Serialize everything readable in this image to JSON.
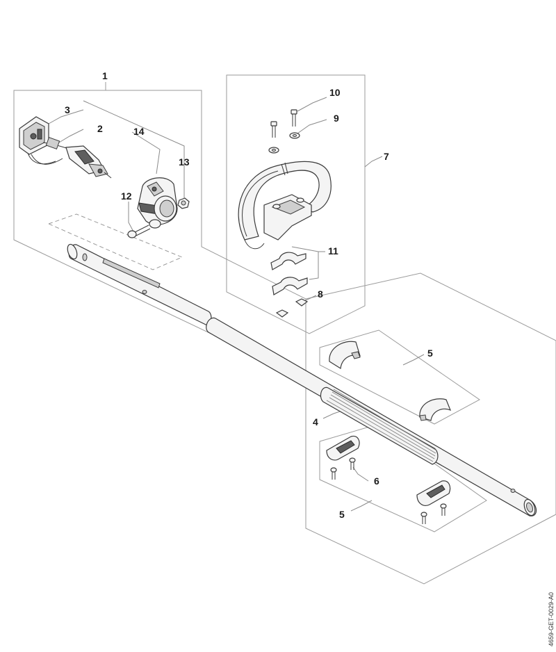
{
  "callouts": {
    "c1": "1",
    "c2": "2",
    "c3": "3",
    "c4": "4",
    "c5a": "5",
    "c5b": "5",
    "c6": "6",
    "c7": "7",
    "c8": "8",
    "c9": "9",
    "c10": "10",
    "c11": "11",
    "c12": "12",
    "c13": "13",
    "c14": "14"
  },
  "reference_code": "4659-GET-0029-A0",
  "colors": {
    "line": "#3a3a3a",
    "frame": "#9a9a9a",
    "dark_part": "#5e5e5e"
  }
}
